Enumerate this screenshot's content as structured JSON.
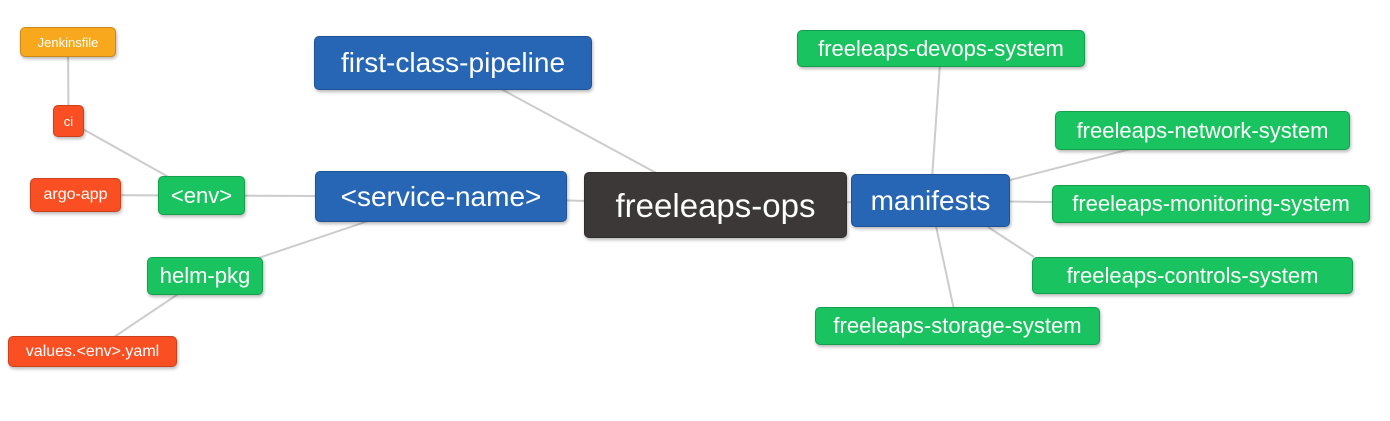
{
  "diagram": {
    "nodes": {
      "freeleaps_ops": {
        "label": "freeleaps-ops"
      },
      "first_class_pipeline": {
        "label": "first-class-pipeline"
      },
      "service_name": {
        "label": "<service-name>"
      },
      "manifests": {
        "label": "manifests"
      },
      "env": {
        "label": "<env>"
      },
      "helm_pkg": {
        "label": "helm-pkg"
      },
      "ci": {
        "label": "ci"
      },
      "jenkinsfile": {
        "label": "Jenkinsfile"
      },
      "argo_app": {
        "label": "argo-app"
      },
      "values_yaml": {
        "label": "values.<env>.yaml"
      },
      "devops_system": {
        "label": "freeleaps-devops-system"
      },
      "network_system": {
        "label": "freeleaps-network-system"
      },
      "monitoring_system": {
        "label": "freeleaps-monitoring-system"
      },
      "controls_system": {
        "label": "freeleaps-controls-system"
      },
      "storage_system": {
        "label": "freeleaps-storage-system"
      }
    },
    "edges": [
      {
        "from": "jenkinsfile",
        "to": "ci"
      },
      {
        "from": "ci",
        "to": "env"
      },
      {
        "from": "argo_app",
        "to": "env"
      },
      {
        "from": "env",
        "to": "service_name"
      },
      {
        "from": "values_yaml",
        "to": "helm_pkg"
      },
      {
        "from": "helm_pkg",
        "to": "service_name"
      },
      {
        "from": "service_name",
        "to": "freeleaps_ops"
      },
      {
        "from": "first_class_pipeline",
        "to": "freeleaps_ops"
      },
      {
        "from": "freeleaps_ops",
        "to": "manifests"
      },
      {
        "from": "manifests",
        "to": "devops_system"
      },
      {
        "from": "manifests",
        "to": "network_system"
      },
      {
        "from": "manifests",
        "to": "monitoring_system"
      },
      {
        "from": "manifests",
        "to": "controls_system"
      },
      {
        "from": "manifests",
        "to": "storage_system"
      }
    ],
    "colors": {
      "root": "#3B3837",
      "blue": "#2666B5",
      "green": "#19C35F",
      "red": "#FA4F22",
      "orange": "#F8A81C",
      "edge": "#CCCCCC",
      "text": "#FFFFFF"
    }
  }
}
